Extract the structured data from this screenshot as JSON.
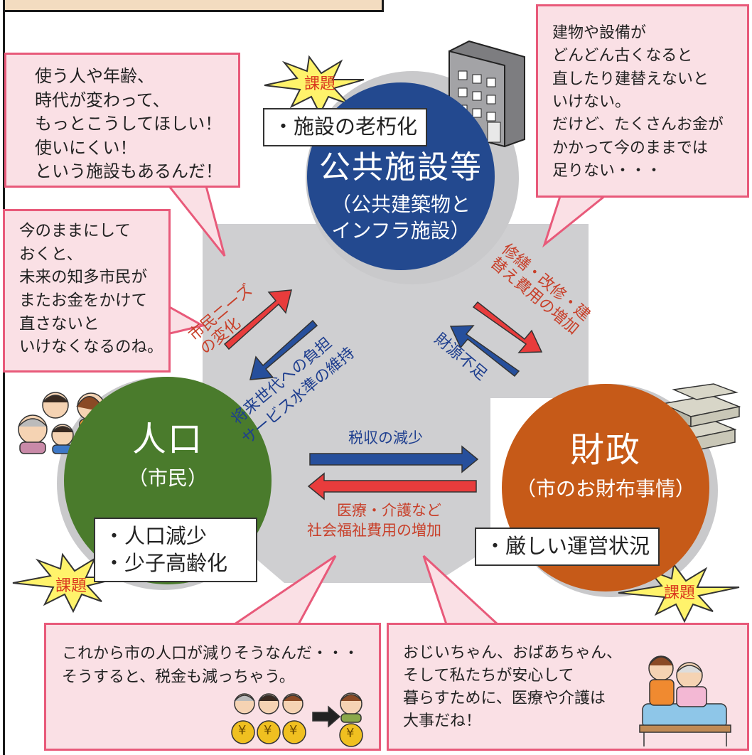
{
  "colors": {
    "facility": "#23498f",
    "population": "#4a7b2c",
    "finance": "#c65a18",
    "bubble_fill": "#fae0e5",
    "bubble_border": "#e85a7a",
    "arrow_red": "#e83c3c",
    "arrow_blue": "#264f9c",
    "triangle": "#cfcfd1"
  },
  "facility": {
    "title": "公共施設等",
    "sub1": "（公共建築物と",
    "sub2": "インフラ施設）",
    "issue_box": "・施設の老朽化"
  },
  "population": {
    "title": "人口",
    "sub": "（市民）",
    "issue1": "・人口減少",
    "issue2": "・少子高齢化"
  },
  "finance": {
    "title": "財政",
    "sub": "（市のお財布事情）",
    "issue_box": "・厳しい運営状況"
  },
  "issue_label": "課題",
  "arrows": {
    "pop_to_fac": "市民ニーズの変化",
    "fac_to_pop_1": "将来世代への負担",
    "fac_to_pop_2": "サービス水準の維持",
    "fac_to_fin": "修繕・改修・建替え費用の増加",
    "fin_to_fac": "財源不足",
    "pop_to_fin": "税収の減少",
    "fin_to_pop_1": "医療・介護など",
    "fin_to_pop_2": "社会福祉費用の増加"
  },
  "bubbles": {
    "top_left": [
      "使う人や年齢、",
      "時代が変わって、",
      "もっとこうしてほしい！",
      "使いにくい！",
      "という施設もあるんだ！"
    ],
    "mid_left": [
      "今のままにして",
      "おくと、",
      "未来の知多市民が",
      "またお金をかけて",
      "直さないと",
      "いけなくなるのね。"
    ],
    "top_right": [
      "建物や設備が",
      "どんどん古くなると",
      "直したり建替えないと",
      "いけない。",
      "だけど、たくさんお金が",
      "かかって今のままでは",
      "足りない・・・"
    ],
    "bottom_left": [
      "これから市の人口が減りそうなんだ・・・",
      "そうすると、税金も減っちゃう。"
    ],
    "bottom_right": [
      "おじいちゃん、おばあちゃん、",
      "そして私たちが安心して",
      "暮らすために、医療や介護は",
      "大事だね！"
    ]
  },
  "coin_symbol": "¥"
}
